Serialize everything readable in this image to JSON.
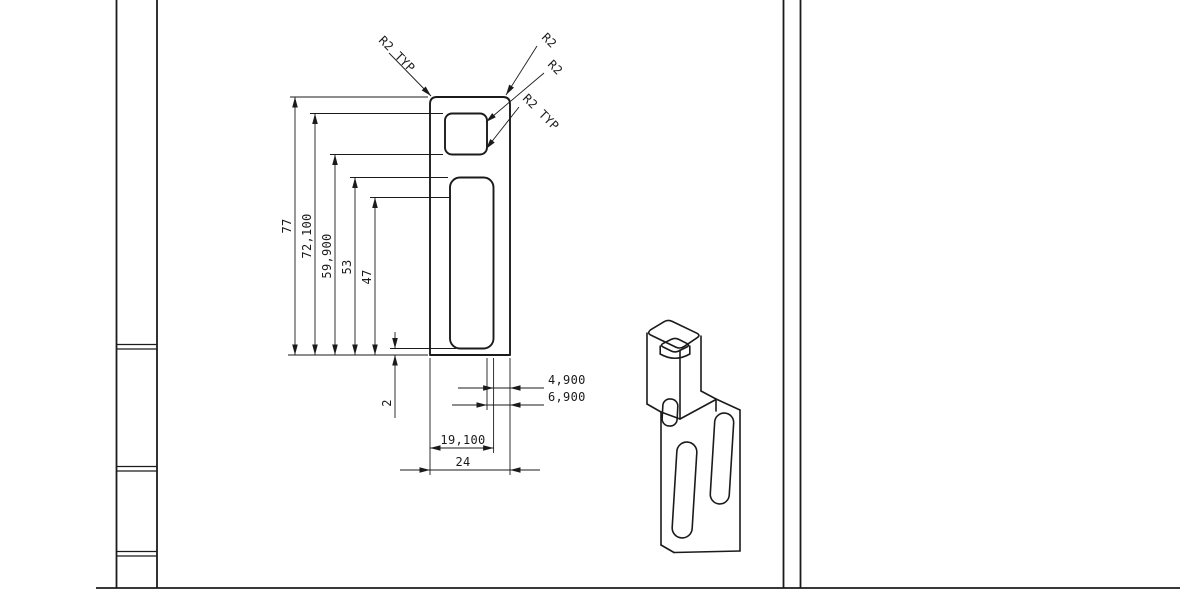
{
  "sheet": {
    "background_color": "#ffffff",
    "line_color": "#1b1b1b"
  },
  "front_view": {
    "radius_callouts": [
      "R2 TYP",
      "R2",
      "R2",
      "R2 TYP"
    ],
    "vertical_dimensions": [
      "77",
      "72,100",
      "59,900",
      "53",
      "47",
      "2"
    ],
    "horizontal_dimensions": [
      "4,900",
      "6,900",
      "19,100",
      "24"
    ]
  }
}
